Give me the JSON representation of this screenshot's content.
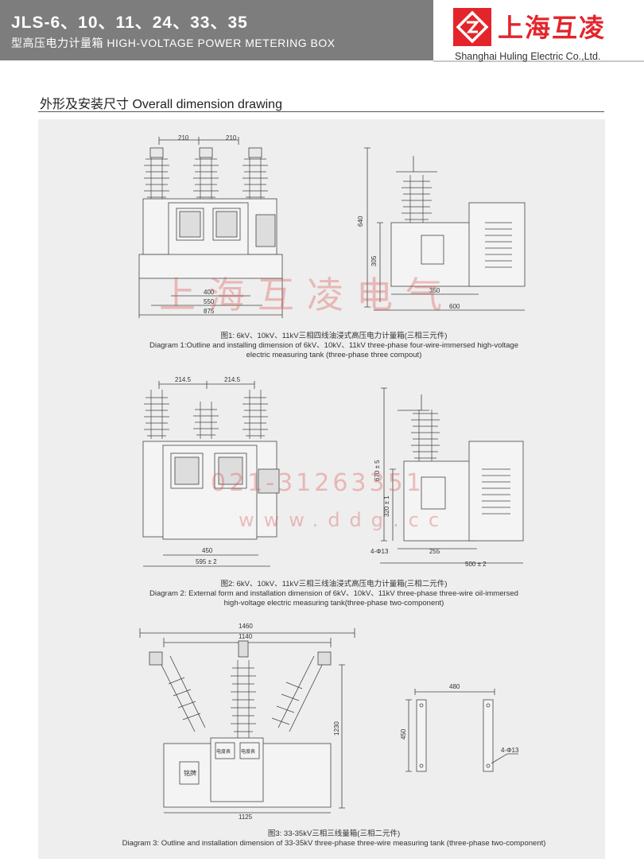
{
  "header": {
    "title": "JLS-6、10、11、24、33、35",
    "subtitle": "型高压电力计量箱 HIGH-VOLTAGE POWER METERING BOX",
    "brand_cn": "上海互凌",
    "brand_en": "Shanghai Huling Electric Co.,Ltd.",
    "brand_color": "#e3252b"
  },
  "section": {
    "title": "外形及安装尺寸  Overall dimension drawing"
  },
  "watermark": {
    "company": "上海互凌电气",
    "phone": "021-31263351",
    "url": "www.ddg.cc"
  },
  "diagram1": {
    "dims": {
      "top_a": "210",
      "top_b": "210",
      "w400": "400",
      "w550": "550",
      "w875": "875",
      "h640": "640",
      "h305": "305",
      "w350": "350",
      "w600": "600"
    },
    "caption_cn": "图1: 6kV、10kV、11kV三相四线油浸式高压电力计量箱(三相三元件)",
    "caption_en1": "Diagram 1:Outline and installing dimension of 6kV、10kV、11kV three-phase four-wire-immersed high-voltage",
    "caption_en2": "electric measuring tank (three-phase three compout)"
  },
  "diagram2": {
    "dims": {
      "top_a": "214.5",
      "top_b": "214.5",
      "w450": "450",
      "w595": "595 ± 2",
      "h670": "670 ± 5",
      "h320": "320 ± 1",
      "holes": "4-Φ13",
      "w255": "255",
      "w500": "500 ± 2"
    },
    "caption_cn": "图2: 6kV、10kV、11kV三相三线油浸式高压电力计量箱(三相二元件)",
    "caption_en1": "Diagram 2: External form and installation dimension of 6kV、10kV、11kV three-phase three-wire oil-immersed",
    "caption_en2": "high-voltage electric measuring tank(three-phase two-component)"
  },
  "diagram3": {
    "dims": {
      "w1460": "1460",
      "w1140": "1140",
      "h1230": "1230",
      "w1125": "1125",
      "w480": "480",
      "h450": "450",
      "holes": "4-Φ13"
    },
    "nameplate": "铭牌",
    "meter_label": "电度表",
    "caption_cn": "图3: 33-35kV三相三线量箱(三相二元件)",
    "caption_en": "Diagram 3: Outline and installation dimension of 33-35kV three-phase three-wire measuring tank (three-phase two-component)"
  }
}
